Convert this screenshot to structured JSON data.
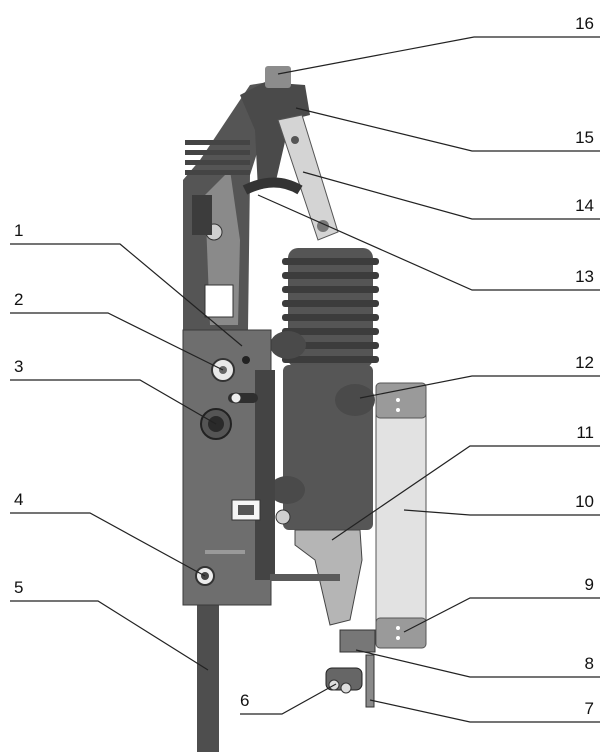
{
  "callouts": {
    "left": [
      {
        "num": "1",
        "target": "mechanism-plate"
      },
      {
        "num": "2",
        "target": "indicator-knob"
      },
      {
        "num": "3",
        "target": "charging-shaft"
      },
      {
        "num": "4",
        "target": "bolt-head"
      },
      {
        "num": "5",
        "target": "mounting-arm"
      },
      {
        "num": "6",
        "target": "cable-connector"
      }
    ],
    "right": [
      {
        "num": "7",
        "target": "bottom-bracket"
      },
      {
        "num": "8",
        "target": "lower-clamp"
      },
      {
        "num": "9",
        "target": "cylinder-bottom-cap"
      },
      {
        "num": "10",
        "target": "cylinder"
      },
      {
        "num": "11",
        "target": "lower-terminal"
      },
      {
        "num": "12",
        "target": "insulating-pole"
      },
      {
        "num": "13",
        "target": "bellows"
      },
      {
        "num": "14",
        "target": "connecting-link"
      },
      {
        "num": "15",
        "target": "top-arm"
      },
      {
        "num": "16",
        "target": "top-terminal"
      }
    ]
  },
  "colors": {
    "body": "#5f5f5f",
    "body_dark": "#3f3f3f",
    "plate": "#6e6e6e",
    "cylinder": "#e2e2e2",
    "link": "#d4d4d4",
    "line": "#222222"
  }
}
